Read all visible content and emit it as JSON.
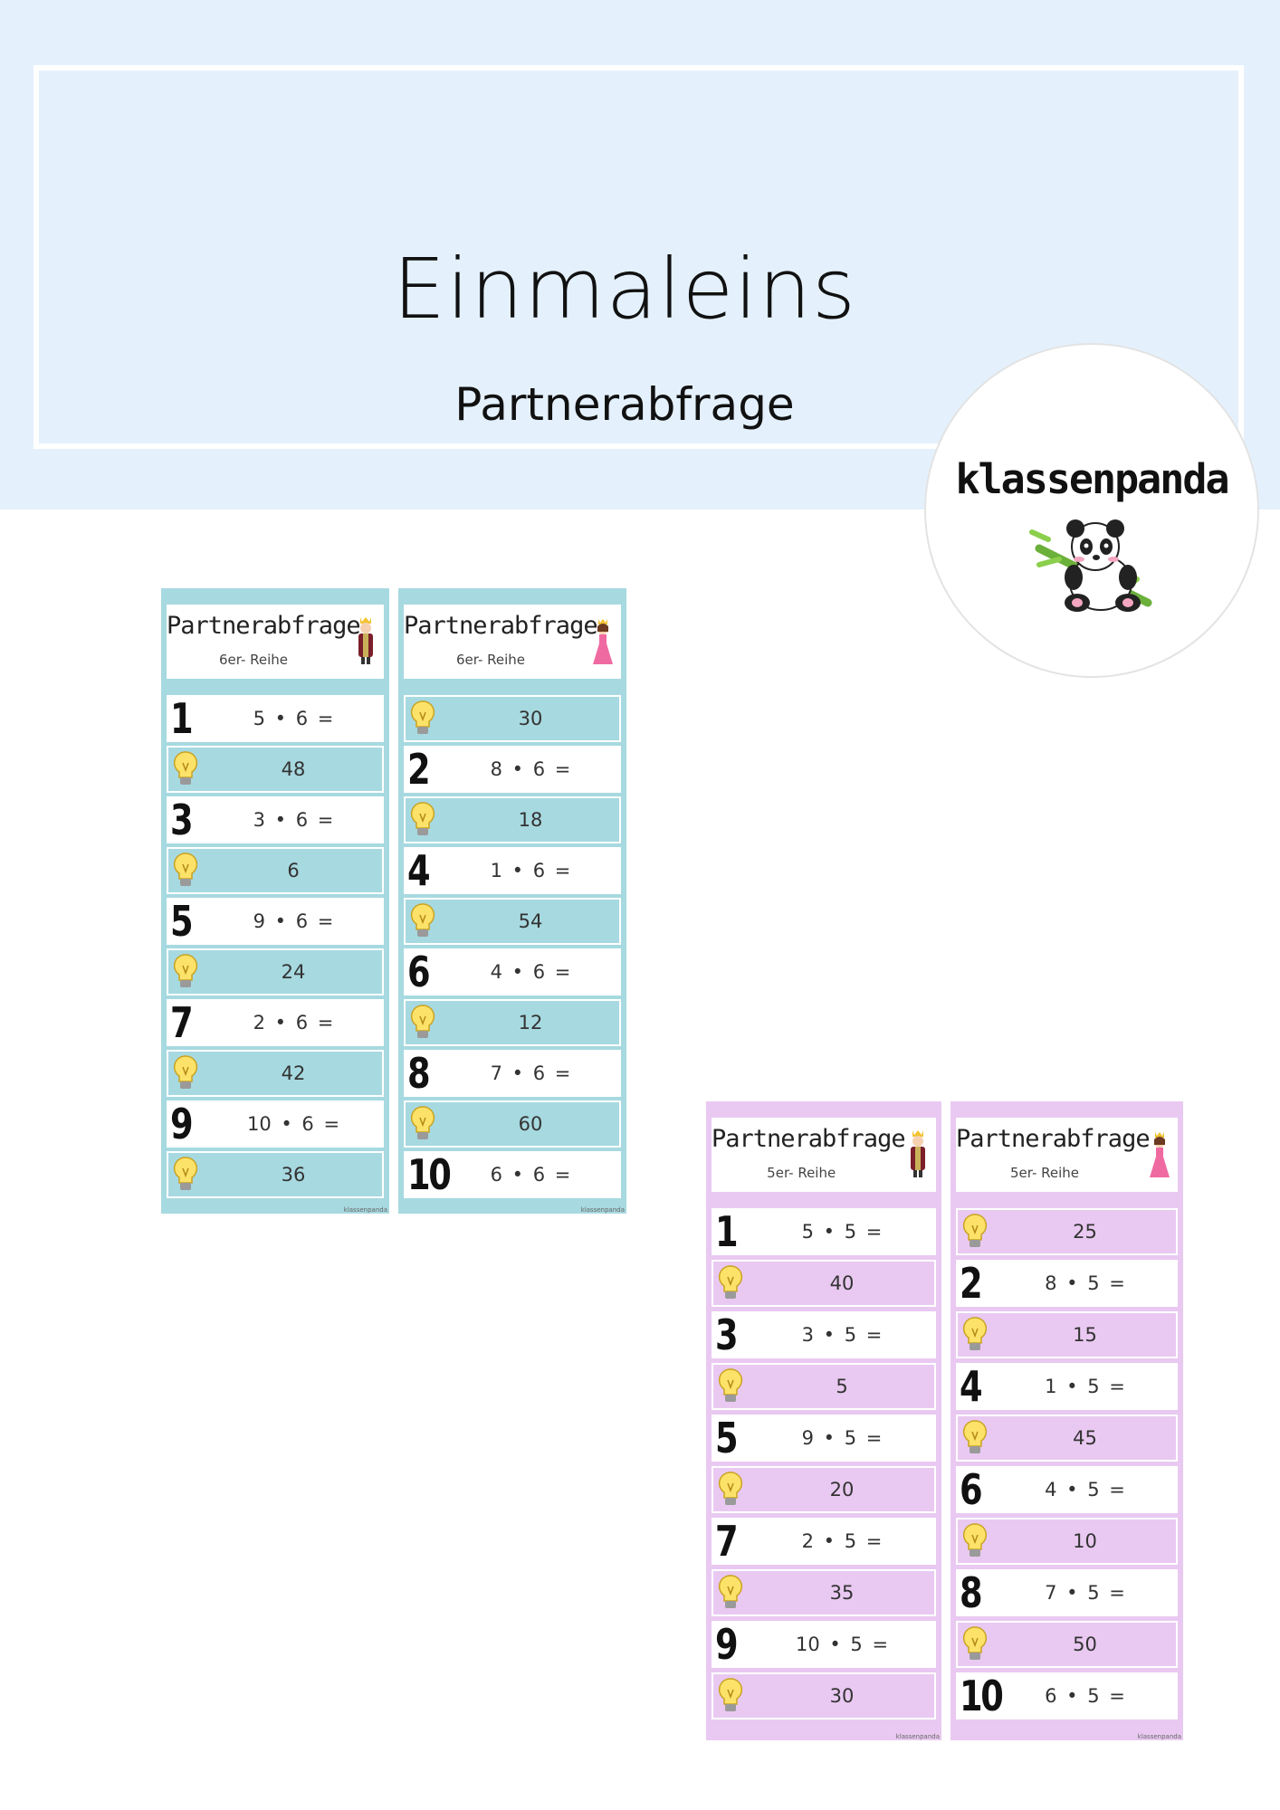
{
  "page": {
    "title": "Einmaleins",
    "subtitle": "Partnerabfrage",
    "logo_text": "klassenpanda"
  },
  "cards": {
    "six_a": {
      "title": "Partnerabfrage",
      "subtitle": "6er- Reihe",
      "rows": [
        {
          "type": "task",
          "num": "1",
          "text": "5 • 6 ="
        },
        {
          "type": "answer",
          "text": "48"
        },
        {
          "type": "task",
          "num": "3",
          "text": "3 • 6 ="
        },
        {
          "type": "answer",
          "text": "6"
        },
        {
          "type": "task",
          "num": "5",
          "text": "9 • 6 ="
        },
        {
          "type": "answer",
          "text": "24"
        },
        {
          "type": "task",
          "num": "7",
          "text": "2 • 6 ="
        },
        {
          "type": "answer",
          "text": "42"
        },
        {
          "type": "task",
          "num": "9",
          "text": "10 • 6 ="
        },
        {
          "type": "answer",
          "text": "36"
        }
      ],
      "brand": "klassenpanda"
    },
    "six_b": {
      "title": "Partnerabfrage",
      "subtitle": "6er- Reihe",
      "rows": [
        {
          "type": "answer",
          "text": "30"
        },
        {
          "type": "task",
          "num": "2",
          "text": "8 • 6 ="
        },
        {
          "type": "answer",
          "text": "18"
        },
        {
          "type": "task",
          "num": "4",
          "text": "1 • 6 ="
        },
        {
          "type": "answer",
          "text": "54"
        },
        {
          "type": "task",
          "num": "6",
          "text": "4 • 6 ="
        },
        {
          "type": "answer",
          "text": "12"
        },
        {
          "type": "task",
          "num": "8",
          "text": "7 • 6 ="
        },
        {
          "type": "answer",
          "text": "60"
        },
        {
          "type": "task",
          "num": "10",
          "text": "6 • 6 ="
        }
      ],
      "brand": "klassenpanda"
    },
    "five_a": {
      "title": "Partnerabfrage",
      "subtitle": "5er- Reihe",
      "rows": [
        {
          "type": "task",
          "num": "1",
          "text": "5 • 5 ="
        },
        {
          "type": "answer",
          "text": "40"
        },
        {
          "type": "task",
          "num": "3",
          "text": "3 • 5 ="
        },
        {
          "type": "answer",
          "text": "5"
        },
        {
          "type": "task",
          "num": "5",
          "text": "9 • 5 ="
        },
        {
          "type": "answer",
          "text": "20"
        },
        {
          "type": "task",
          "num": "7",
          "text": "2 • 5 ="
        },
        {
          "type": "answer",
          "text": "35"
        },
        {
          "type": "task",
          "num": "9",
          "text": "10 • 5 ="
        },
        {
          "type": "answer",
          "text": "30"
        }
      ],
      "brand": "klassenpanda"
    },
    "five_b": {
      "title": "Partnerabfrage",
      "subtitle": "5er- Reihe",
      "rows": [
        {
          "type": "answer",
          "text": "25"
        },
        {
          "type": "task",
          "num": "2",
          "text": "8 • 5 ="
        },
        {
          "type": "answer",
          "text": "15"
        },
        {
          "type": "task",
          "num": "4",
          "text": "1 • 5 ="
        },
        {
          "type": "answer",
          "text": "45"
        },
        {
          "type": "task",
          "num": "6",
          "text": "4 • 5 ="
        },
        {
          "type": "answer",
          "text": "10"
        },
        {
          "type": "task",
          "num": "8",
          "text": "7 • 5 ="
        },
        {
          "type": "answer",
          "text": "50"
        },
        {
          "type": "task",
          "num": "10",
          "text": "6 • 5 ="
        }
      ],
      "brand": "klassenpanda"
    }
  },
  "colors": {
    "blue_card": "#a7d9e0",
    "pink_card": "#e9c9f1",
    "header_band": "#e4f1fd"
  }
}
